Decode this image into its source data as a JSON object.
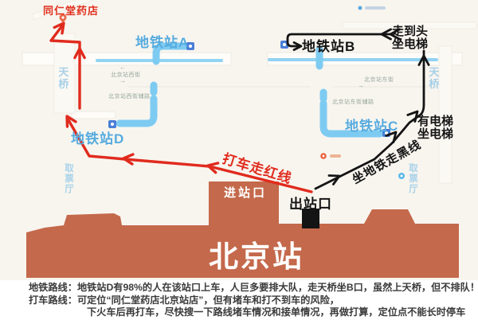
{
  "map": {
    "pharmacy": "同仁堂药店",
    "stations": {
      "a": "地铁站A",
      "b": "地铁站B",
      "c": "地铁站C",
      "d": "地铁站D"
    },
    "bridge": "天桥",
    "ticket_hall": "取票厅",
    "roads": {
      "west": "北京站西街",
      "west_side": "北京站西街辅路",
      "east": "北京站东街",
      "east_side": "北京站东街辅路",
      "arrow_left": "←",
      "arrow_right": "→"
    },
    "routes": {
      "taxi": "打车走红线",
      "subway": "坐地铁走黑线"
    },
    "hints": {
      "walk_end": [
        "走到头",
        "坐电梯"
      ],
      "elevator": [
        "有电梯",
        "坐电梯"
      ]
    },
    "station_building": {
      "name": "北京站",
      "entrance": "进站口",
      "exit": "出站口"
    }
  },
  "notes": {
    "line1_label": "地铁路线：",
    "line1": "地铁站D有98%的人在该站口上车，人巨多要排大队，走天桥坐B口，虽然上天桥，但不排队！",
    "line2_label": "打车路线：",
    "line2": "可定位“同仁堂药店北京站店”，但有堵车和打不到车的风险，",
    "line3": "下火车后再打车，尽快搜一下路线堵车情况和接单情况，再做打算，定位点不能长时停车"
  },
  "colors": {
    "building": "#c4694b",
    "metro_blue": "#7ecbf2",
    "station_label_blue": "#56abdf",
    "route_red": "#e02b1d",
    "route_black": "#141414",
    "map_background": "#f8f5ef"
  }
}
